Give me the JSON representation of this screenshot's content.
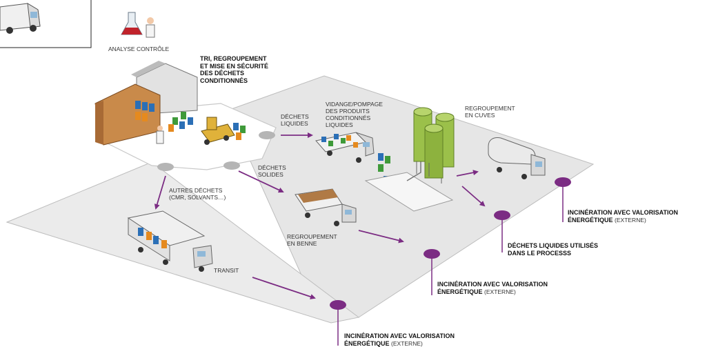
{
  "colors": {
    "purple": "#7b2c83",
    "platform": "#e6e6e6",
    "platform_edge": "#bdbdbd",
    "silo_green": "#9bc04a",
    "barrel_blue": "#2b6fb6",
    "barrel_orange": "#e58a1f",
    "barrel_green": "#3f9a3a"
  },
  "labels": {
    "analyse": "ANALYSE CONTRÔLE",
    "tri": [
      "TRI, REGROUPEMENT",
      "ET MISE EN SÉCURITÉ",
      "DES DÉCHETS",
      "CONDITIONNÉS"
    ],
    "dechets_liquides": [
      "DÉCHETS",
      "LIQUIDES"
    ],
    "vidange": [
      "VIDANGE/POMPAGE",
      "DES PRODUITS",
      "CONDITIONNÉS",
      "LIQUIDES"
    ],
    "regroupement_cuves": [
      "REGROUPEMENT",
      "EN CUVES"
    ],
    "dechets_solides": [
      "DÉCHETS",
      "SOLIDES"
    ],
    "autres": [
      "AUTRES DÉCHETS",
      "(CMR, SOLVANTS…)"
    ],
    "benne": [
      "REGROUPEMENT",
      "EN BENNE"
    ],
    "transit": "TRANSIT",
    "incineration_1": [
      "INCINÉRATION AVEC VALORISATION",
      "ÉNERGÉTIQUE"
    ],
    "liquides_process": [
      "DÉCHETS LIQUIDES UTILISÉS",
      "DANS LE PROCESSS"
    ],
    "incineration_2": [
      "INCINÉRATION AVEC VALORISATION",
      "ÉNERGÉTIQUE"
    ],
    "incineration_3": [
      "INCINÉRATION AVEC VALORISATION",
      "ÉNERGÉTIQUE"
    ],
    "externe": "(EXTERNE)"
  },
  "icons": {
    "flask": "flask-icon",
    "van": "delivery-van-icon",
    "warehouse": "warehouse-icon",
    "forklift": "forklift-icon",
    "truck": "truck-icon",
    "silo": "silo-icon",
    "tanker": "tanker-truck-icon",
    "dump": "dump-truck-icon",
    "trailer": "semi-trailer-icon"
  }
}
